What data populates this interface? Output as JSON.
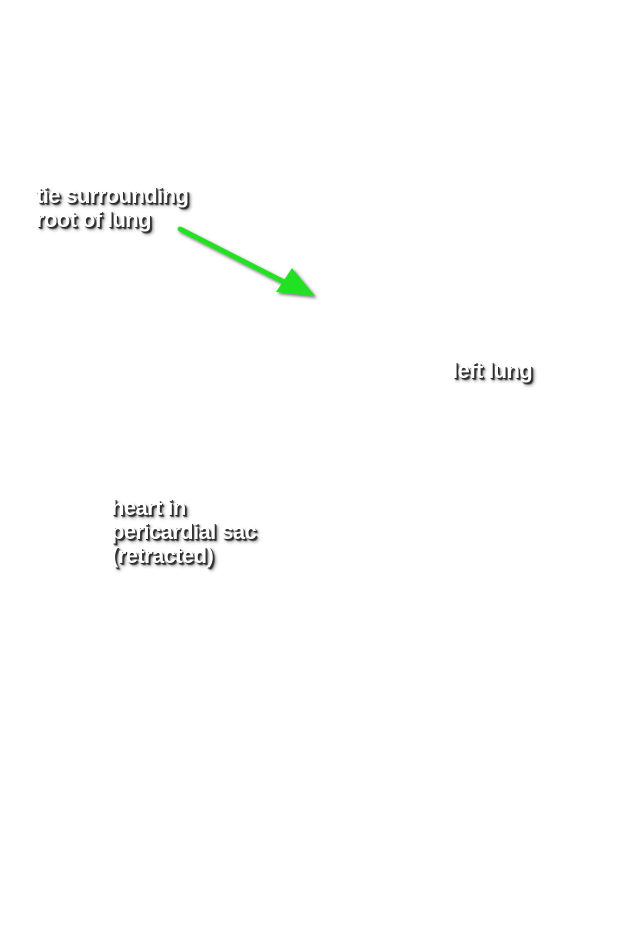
{
  "labels": {
    "root_of_lung": [
      "tie surrounding",
      "root of lung"
    ],
    "left_lung": [
      "left lung"
    ],
    "heart": [
      "heart in",
      "pericardial sac",
      "(retracted)"
    ]
  },
  "arrow": {
    "color": "#22e022",
    "icon": "arrow-right-down-icon"
  }
}
